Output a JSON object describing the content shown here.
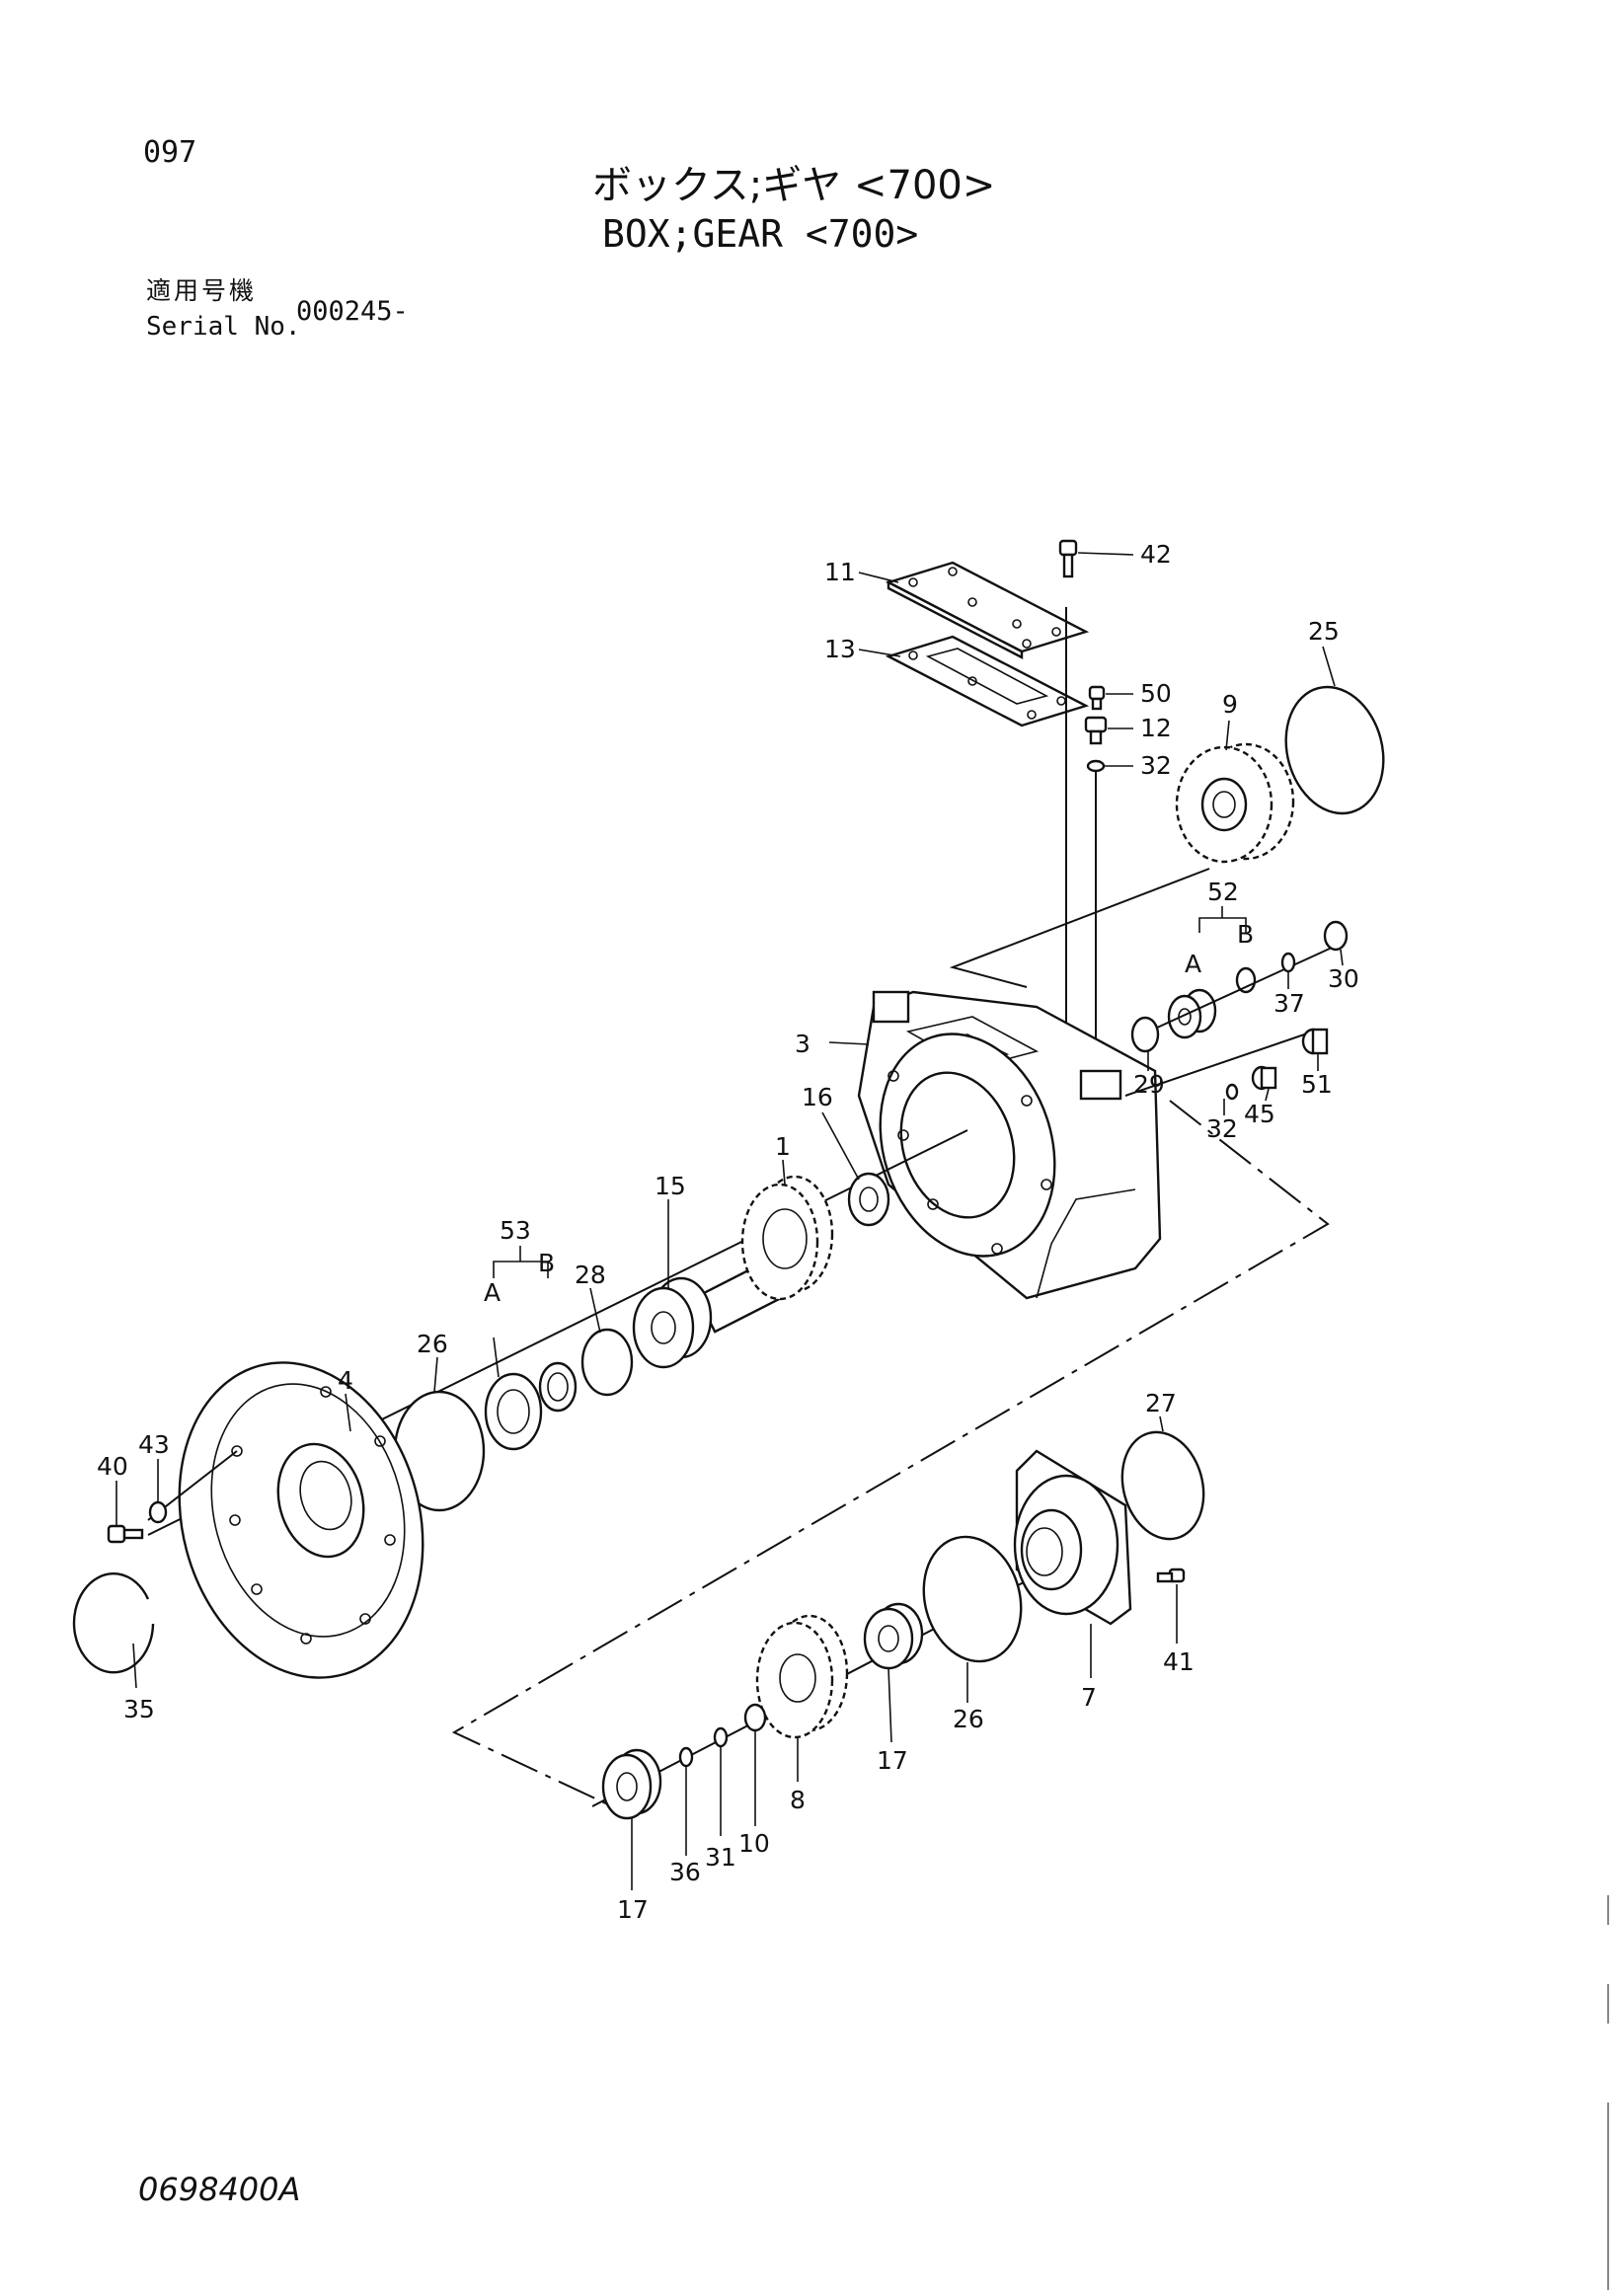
{
  "header": {
    "page_number": "097",
    "title_jp": "ボックス;ギヤ <700>",
    "title_en": "BOX;GEAR <700>",
    "serial_label_jp": "適用号機",
    "serial_label_en": "Serial No.",
    "serial_value": "000245-"
  },
  "callouts": {
    "c1": "1",
    "c3": "3",
    "c4": "4",
    "c7": "7",
    "c8": "8",
    "c9": "9",
    "c10": "10",
    "c11": "11",
    "c12": "12",
    "c13": "13",
    "c15": "15",
    "c16": "16",
    "c17a": "17",
    "c17b": "17",
    "c25": "25",
    "c26a": "26",
    "c26b": "26",
    "c27": "27",
    "c28": "28",
    "c29": "29",
    "c30": "30",
    "c31": "31",
    "c32a": "32",
    "c32b": "32",
    "c35": "35",
    "c36": "36",
    "c37": "37",
    "c40": "40",
    "c41": "41",
    "c42": "42",
    "c43": "43",
    "c45": "45",
    "c50": "50",
    "c51": "51",
    "c52": "52",
    "c53": "53",
    "a52": "A",
    "b52": "B",
    "a53": "A",
    "b53": "B"
  },
  "footer": {
    "drawing_number": "0698400A"
  }
}
